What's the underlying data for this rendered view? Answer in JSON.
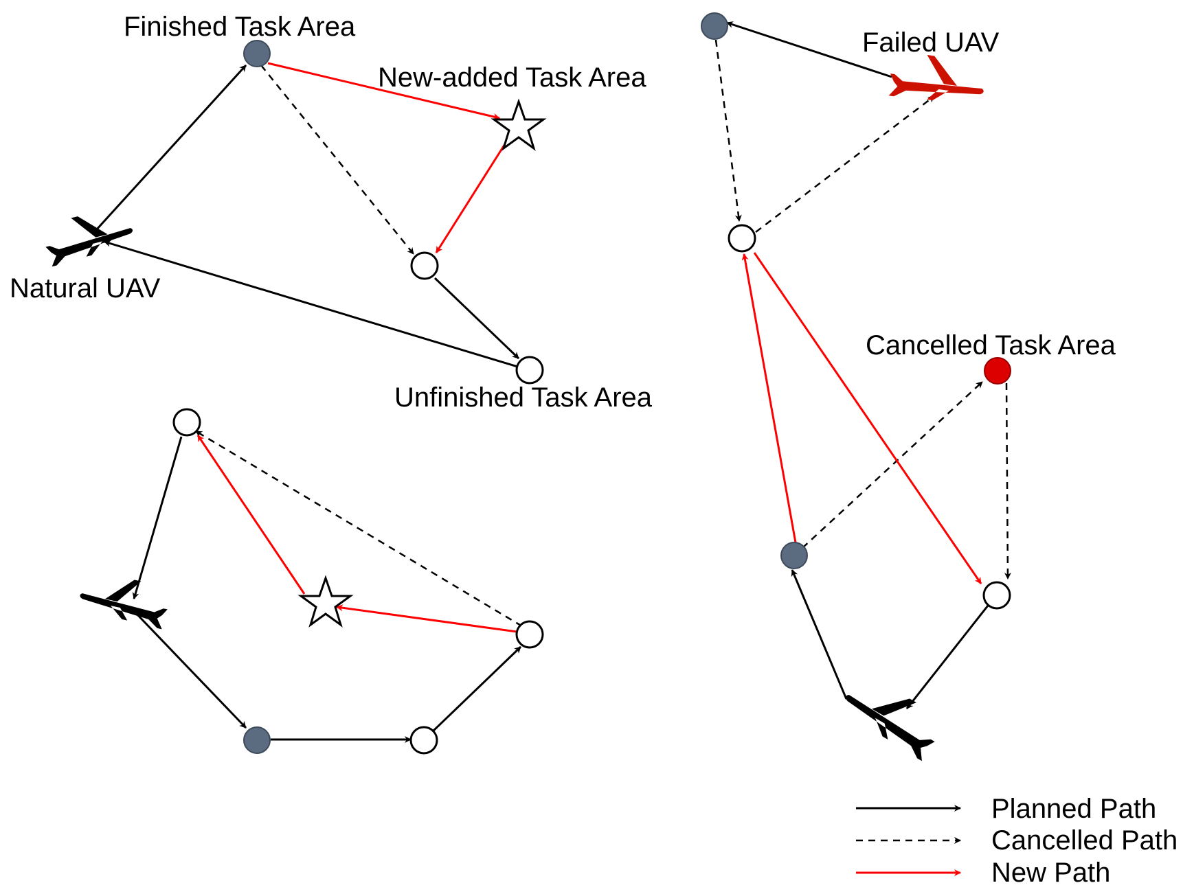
{
  "labels": {
    "finished_task_area": "Finished Task Area",
    "new_added_task_area": "New-added Task Area",
    "natural_uav": "Natural UAV",
    "unfinished_task_area": "Unfinished Task Area",
    "failed_uav": "Failed UAV",
    "cancelled_task_area": "Cancelled Task Area"
  },
  "legend": {
    "planned_path": "Planned Path",
    "cancelled_path": "Cancelled Path",
    "new_path": "New Path"
  },
  "colors": {
    "planned": "#000000",
    "cancelled": "#000000",
    "new": "#ff0000",
    "finished_node": "#5b6b80",
    "unfinished_node": "#ffffff",
    "cancelled_node": "#dd0000",
    "failed_uav": "#cc1100"
  },
  "icons": {
    "uav": "airplane-icon",
    "new_task": "star-icon"
  }
}
